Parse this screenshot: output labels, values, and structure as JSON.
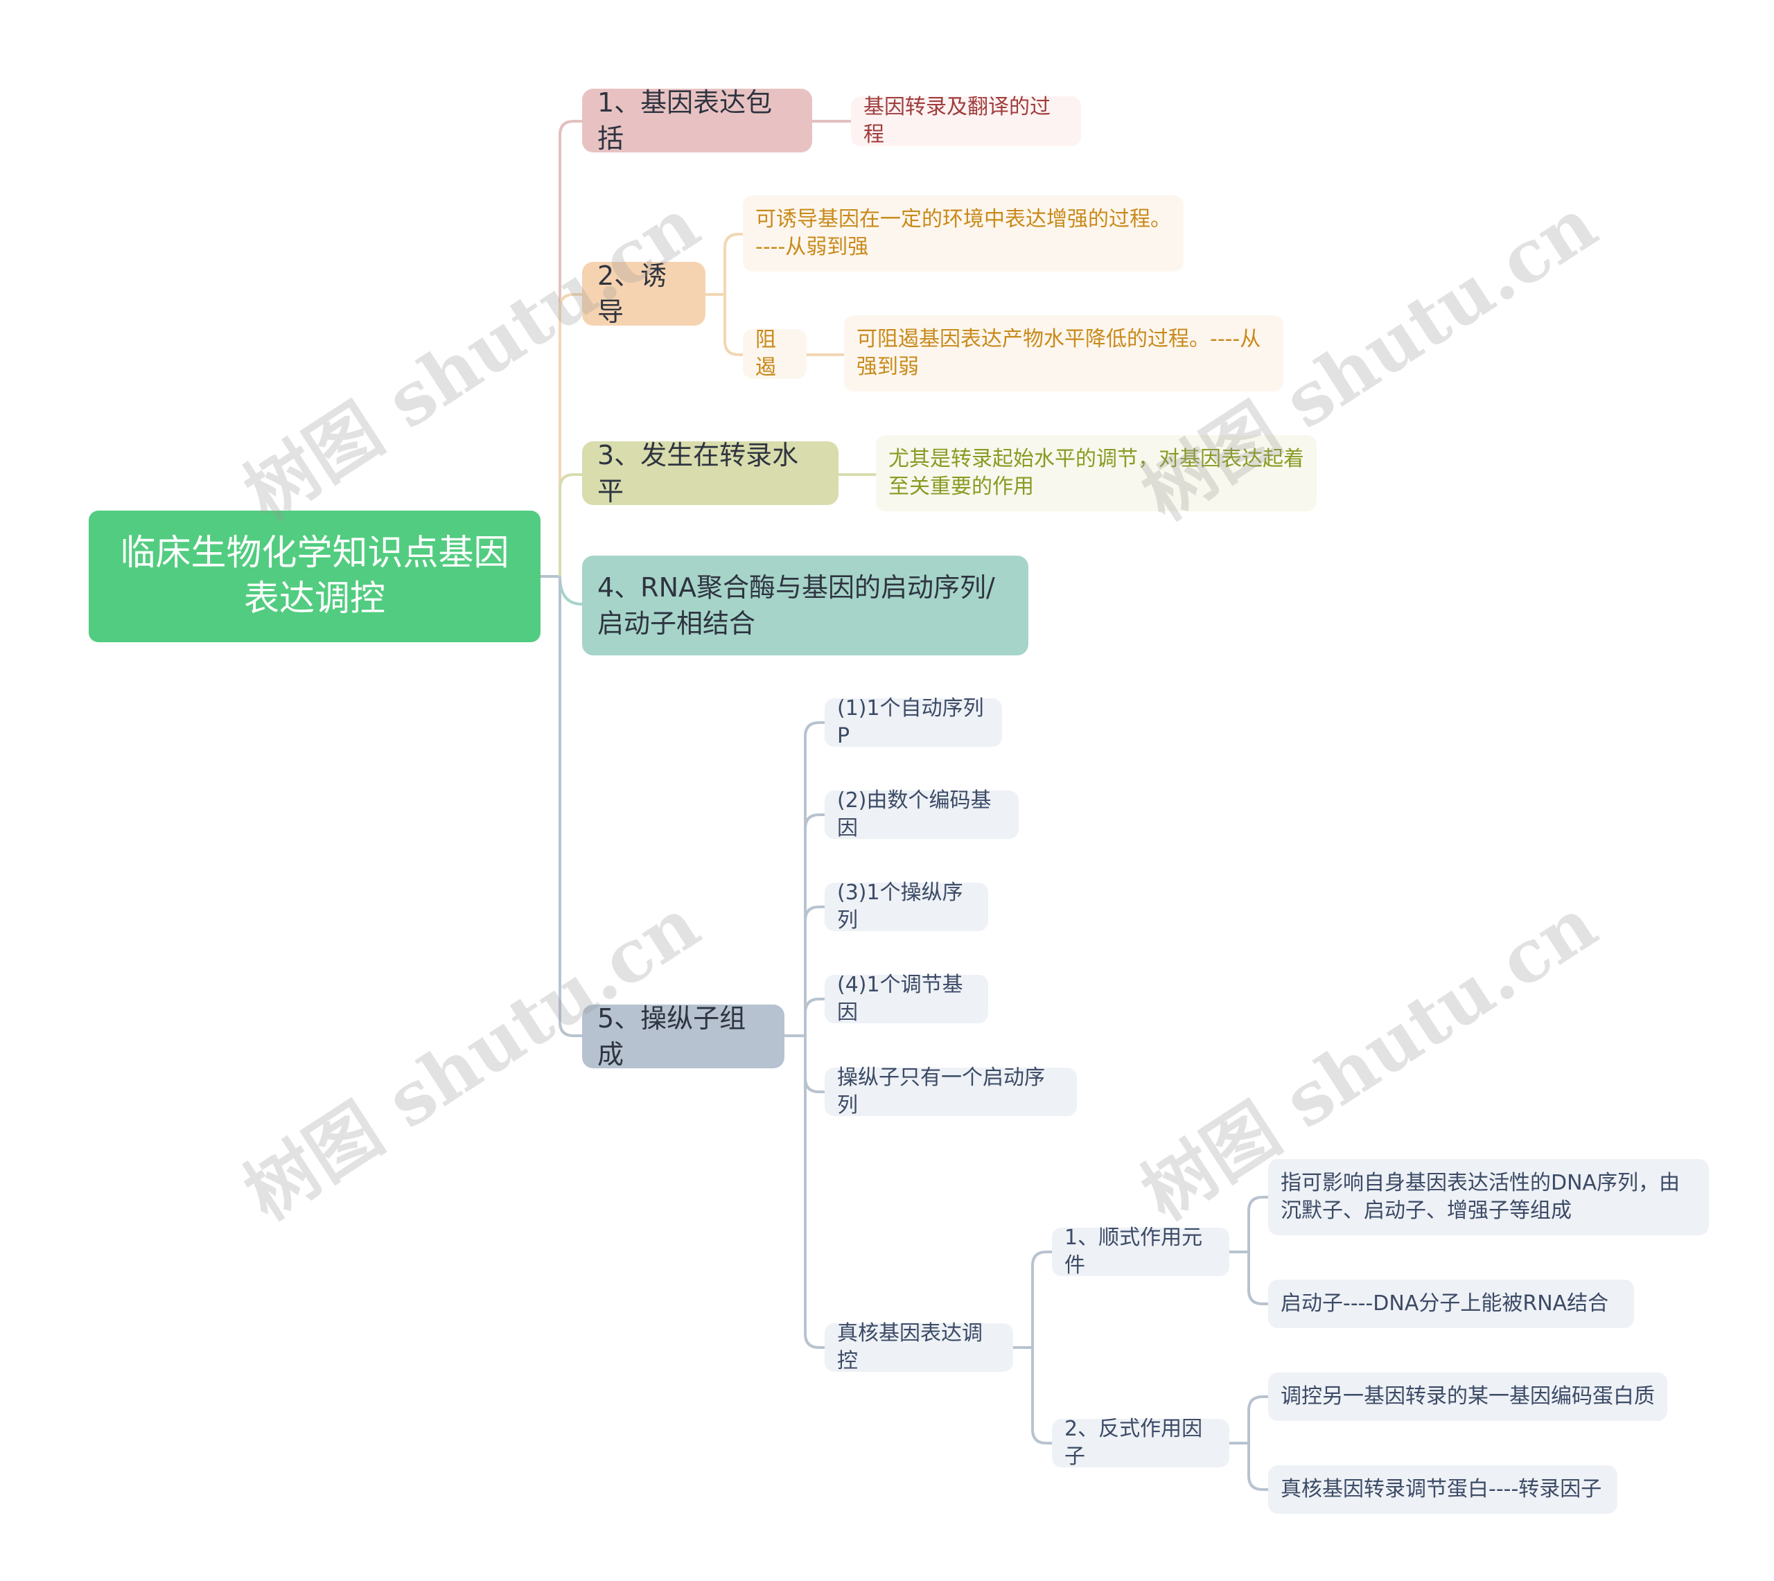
{
  "root": {
    "label": "临床生物化学知识点基因\n表达调控"
  },
  "branches": [
    {
      "label": "1、基因表达包括",
      "children": [
        {
          "label": "基因转录及翻译的过程"
        }
      ]
    },
    {
      "label": "2、诱导",
      "children": [
        {
          "label": "可诱导基因在一定的环境中表达增强的过程。\n----从弱到强"
        },
        {
          "label": "阻遏",
          "children": [
            {
              "label": "可阻遏基因表达产物水平降低的过程。----从\n强到弱"
            }
          ]
        }
      ]
    },
    {
      "label": "3、发生在转录水平",
      "children": [
        {
          "label": "尤其是转录起始水平的调节，对基因表达起着\n至关重要的作用"
        }
      ]
    },
    {
      "label": "4、RNA聚合酶与基因的启动序列/\n启动子相结合"
    },
    {
      "label": "5、操纵子组成",
      "children": [
        {
          "label": "(1)1个自动序列P"
        },
        {
          "label": "(2)由数个编码基因"
        },
        {
          "label": "(3)1个操纵序列"
        },
        {
          "label": "(4)1个调节基因"
        },
        {
          "label": "操纵子只有一个启动序列"
        },
        {
          "label": "真核基因表达调控",
          "children": [
            {
              "label": "1、顺式作用元件",
              "children": [
                {
                  "label": "指可影响自身基因表达活性的DNA序列，由\n沉默子、启动子、增强子等组成"
                },
                {
                  "label": "启动子----DNA分子上能被RNA结合"
                }
              ]
            },
            {
              "label": "2、反式作用因子",
              "children": [
                {
                  "label": "调控另一基因转录的某一基因编码蛋白质"
                },
                {
                  "label": "真核基因转录调节蛋白----转录因子"
                }
              ]
            }
          ]
        }
      ]
    }
  ],
  "watermark": "树图 shutu.cn",
  "colors": {
    "root_bg": "#52cc80",
    "b1_bg": "#e8c2c2",
    "b1_line": "#e3c0c0",
    "b1_leaf_bg": "#fdf3f3",
    "b1_leaf_text": "#a03c3c",
    "b2_bg": "#f5d3b0",
    "b2_line": "#f2d7b5",
    "b2_leaf_bg": "#fdf6ee",
    "b2_leaf_text": "#c88a1a",
    "b3_bg": "#d9dcac",
    "b3_line": "#d8dcb0",
    "b3_leaf_bg": "#f8f8ee",
    "b3_leaf_text": "#8a9a22",
    "b4_bg": "#a6d4c9",
    "b5_bg": "#b6c2d0",
    "b5_line": "#b8c3cf",
    "b5_leaf_bg": "#eef1f5",
    "b5_leaf_text": "#3b4a66"
  }
}
